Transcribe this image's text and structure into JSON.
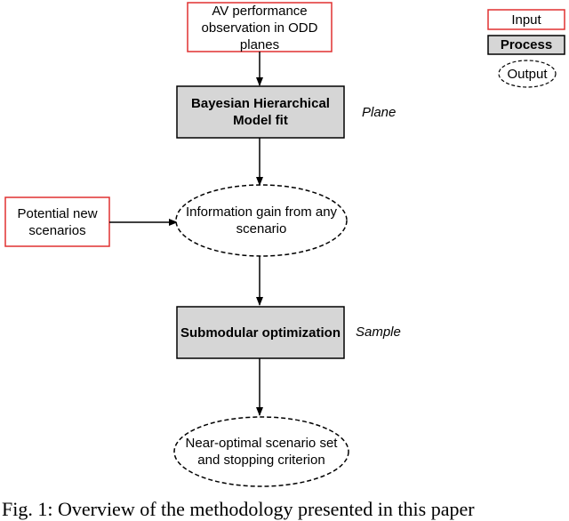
{
  "nodes": {
    "av_observation": "AV performance observation in ODD planes",
    "bhm_fit": "Bayesian Hierarchical Model fit",
    "potential_scenarios": "Potential new scenarios",
    "info_gain": "Information gain from any scenario",
    "submodular": "Submodular optimization",
    "near_optimal": "Near-optimal scenario set and stopping criterion"
  },
  "side_labels": {
    "plane": "Plane",
    "sample": "Sample"
  },
  "legend": {
    "input": "Input",
    "process": "Process",
    "output": "Output"
  },
  "colors": {
    "input_border": "#e03030",
    "process_fill": "#d6d6d6",
    "stroke": "#000000"
  },
  "caption": "Fig. 1: Overview of the methodology presented in this paper"
}
